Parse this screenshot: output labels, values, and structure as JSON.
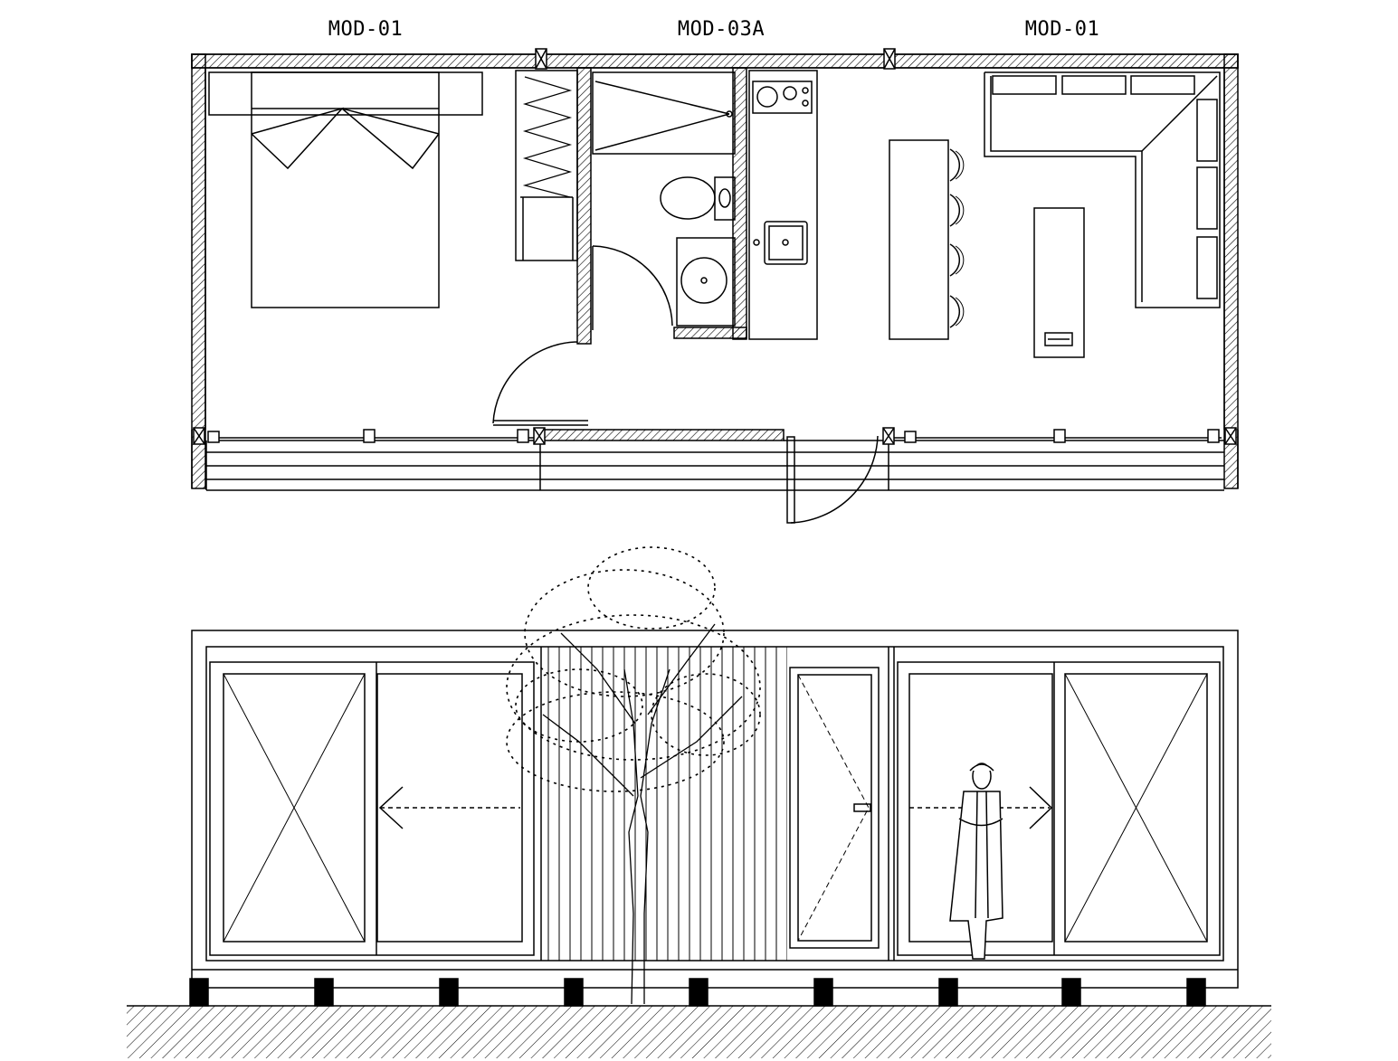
{
  "module_labels": [
    "MOD-01",
    "MOD-03A",
    "MOD-01"
  ],
  "colors": {
    "line": "#000000",
    "background": "#ffffff"
  }
}
